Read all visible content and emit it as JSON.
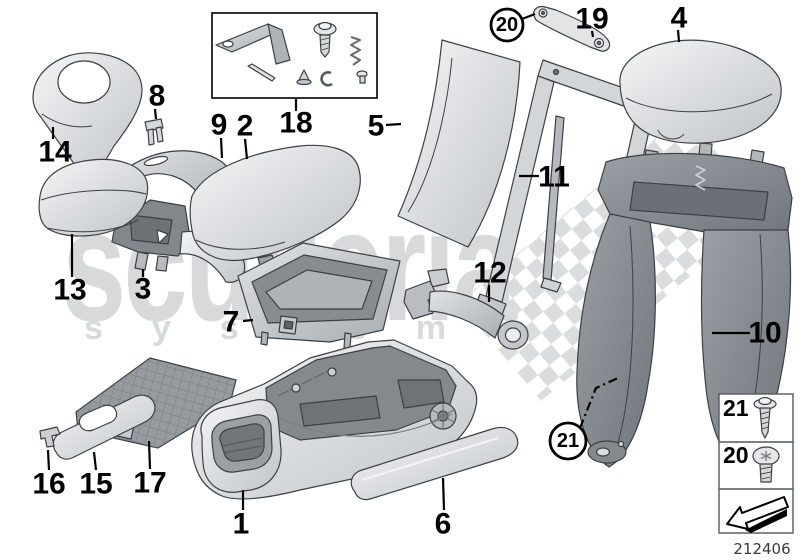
{
  "diagram": {
    "watermark": {
      "line1": "scuderia",
      "line2": "s y s t e m"
    },
    "drawing_number": "212406",
    "part_labels": {
      "1": "1",
      "2": "2",
      "3": "3",
      "4": "4",
      "5": "5",
      "6": "6",
      "7": "7",
      "8": "8",
      "9": "9",
      "10": "10",
      "11": "11",
      "12": "12",
      "13": "13",
      "14": "14",
      "15": "15",
      "16": "16",
      "17": "17",
      "18": "18",
      "19": "19"
    },
    "callouts": {
      "c20": "20",
      "c21": "21"
    },
    "legend": {
      "rows": [
        {
          "label": "21",
          "icon": "flat-head-screw-icon"
        },
        {
          "label": "20",
          "icon": "round-head-screw-icon"
        },
        {
          "label": "",
          "icon": "direction-arrow-icon"
        }
      ]
    },
    "colors": {
      "background": "#ffffff",
      "line": "#000000",
      "part_outline": "#3c4044",
      "watermark": "#d7d9da",
      "checker": "#dadcdd",
      "part_light": "#eef0f1",
      "part_mid": "#c6cacd",
      "part_dark": "#84898e"
    }
  }
}
